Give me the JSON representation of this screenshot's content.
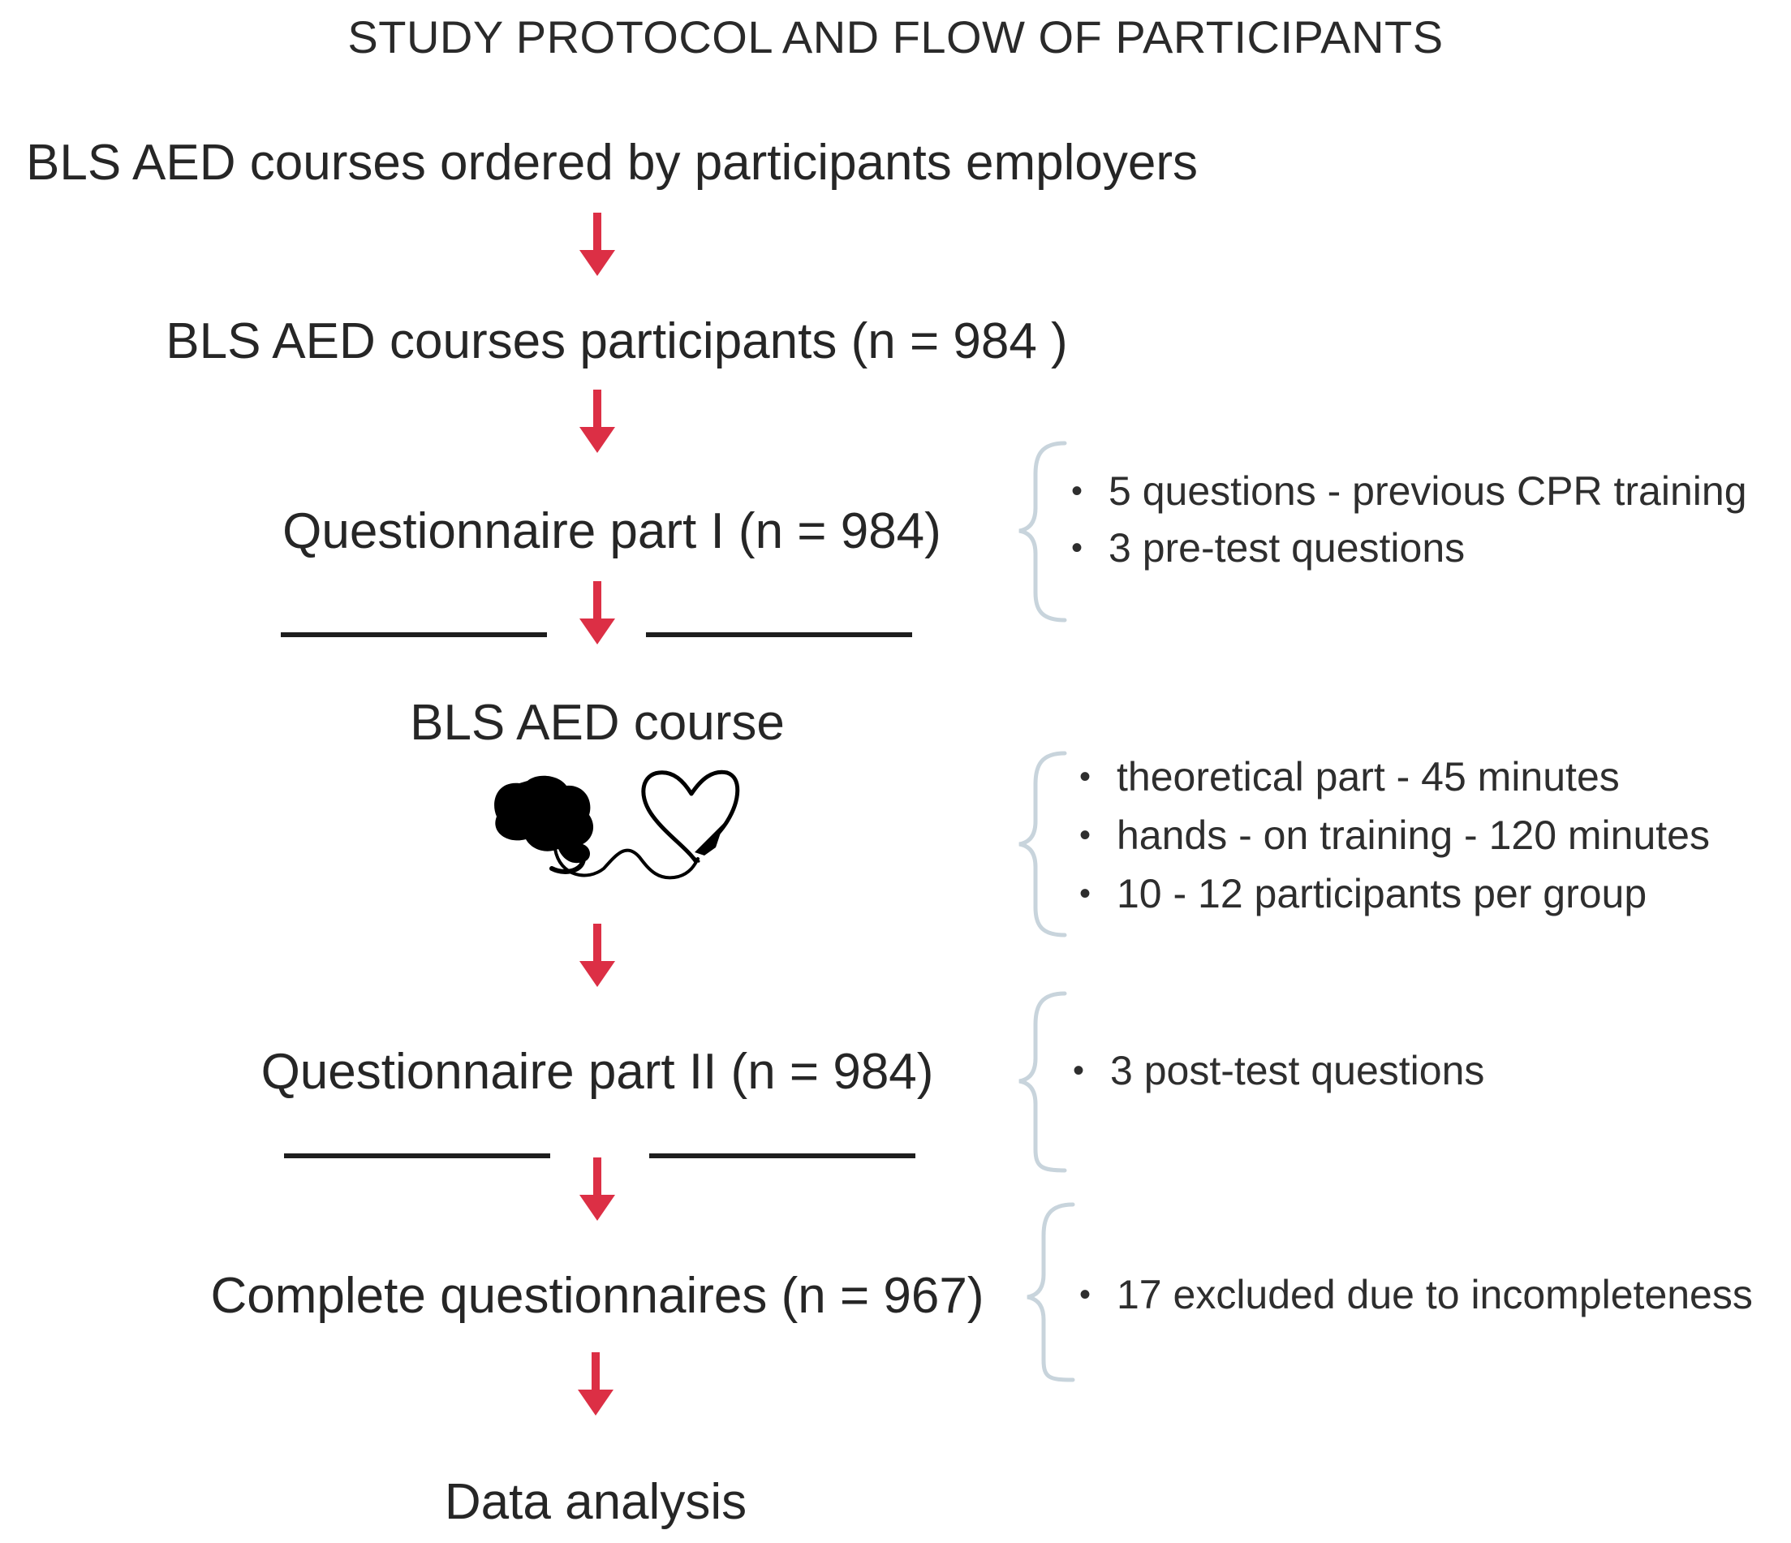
{
  "diagram": {
    "title": "STUDY PROTOCOL AND FLOW OF PARTICIPANTS",
    "steps": [
      "BLS AED courses ordered by participants employers",
      "BLS AED courses participants (n = 984 )",
      "Questionnaire part I (n = 984)",
      "BLS AED course",
      "Questionnaire part II (n = 984)",
      "Complete questionnaires (n = 967)",
      "Data analysis"
    ],
    "notes": {
      "part1": [
        "5 questions - previous CPR training",
        "3 pre-test questions"
      ],
      "course": [
        "theoretical part - 45 minutes",
        "hands - on training - 120 minutes",
        "10 - 12 participants per group"
      ],
      "part2": [
        "3 post-test questions"
      ],
      "complete": [
        "17  excluded due to incompleteness"
      ]
    },
    "icons": {
      "course_icon": "brain-heart-icon"
    },
    "colors": {
      "arrow": "#dc2f45",
      "brace": "#c8d4dc",
      "text": "#262626"
    }
  }
}
